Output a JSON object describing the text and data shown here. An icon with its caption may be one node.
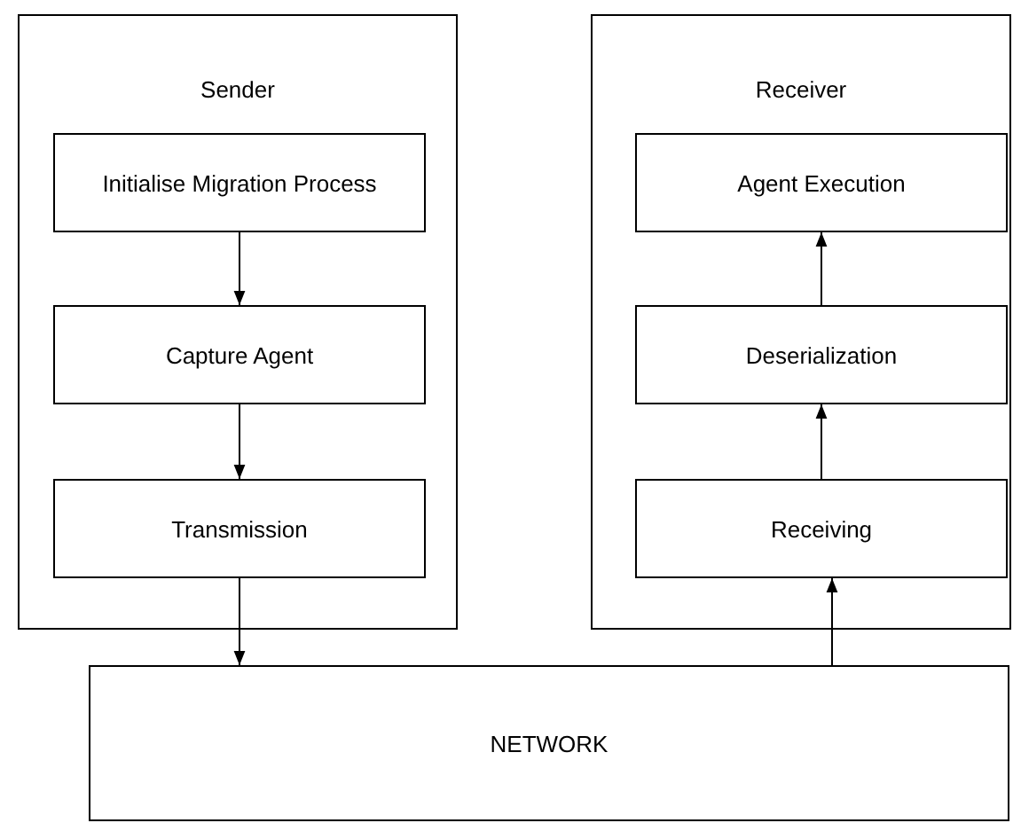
{
  "diagram": {
    "nodes": [
      {
        "text": [
          "Sender"
        ]
      },
      {
        "text": [
          "Initialise Migration Process"
        ],
        "in": 0
      },
      {
        "text": [
          "Capture Agent"
        ],
        "in": 0
      },
      {
        "text": [
          "Transmission"
        ],
        "in": 0
      },
      {
        "text": [
          "Receiver"
        ]
      },
      {
        "text": [
          "Agent Execution"
        ],
        "in": 4
      },
      {
        "text": [
          "Deserialization"
        ],
        "in": 4
      },
      {
        "text": [
          "Receiving"
        ],
        "in": 4
      },
      {
        "text": [
          "NETWORK"
        ]
      }
    ],
    "edges": [
      {
        "from": 1,
        "to": 2,
        "arrow": "to"
      },
      {
        "from": 2,
        "to": 3,
        "arrow": "to"
      },
      {
        "from": 3,
        "to": 8,
        "arrow": "to"
      },
      {
        "from": 8,
        "to": 7,
        "arrow": "to"
      },
      {
        "from": 7,
        "to": 6,
        "arrow": "to"
      },
      {
        "from": 6,
        "to": 5,
        "arrow": "to"
      }
    ]
  }
}
